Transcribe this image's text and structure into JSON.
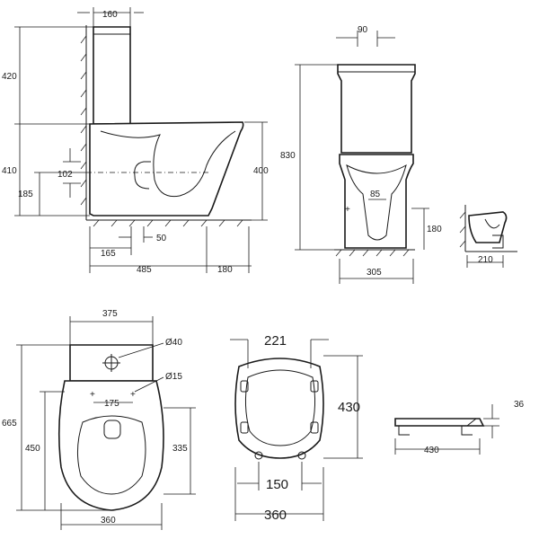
{
  "views": {
    "side": {
      "dims": [
        "160",
        "420",
        "410",
        "102",
        "185",
        "400",
        "165",
        "50",
        "485",
        "180"
      ]
    },
    "front": {
      "dims": [
        "90",
        "830",
        "85",
        "180",
        "305"
      ]
    },
    "detail": {
      "dims": [
        "210"
      ]
    },
    "top": {
      "dims": [
        "375",
        "Ø40",
        "Ø15",
        "175",
        "665",
        "450",
        "335",
        "360"
      ]
    },
    "seat_top": {
      "dims": [
        "221",
        "430",
        "150",
        "360"
      ]
    },
    "seat_side": {
      "dims": [
        "36",
        "430"
      ]
    }
  }
}
